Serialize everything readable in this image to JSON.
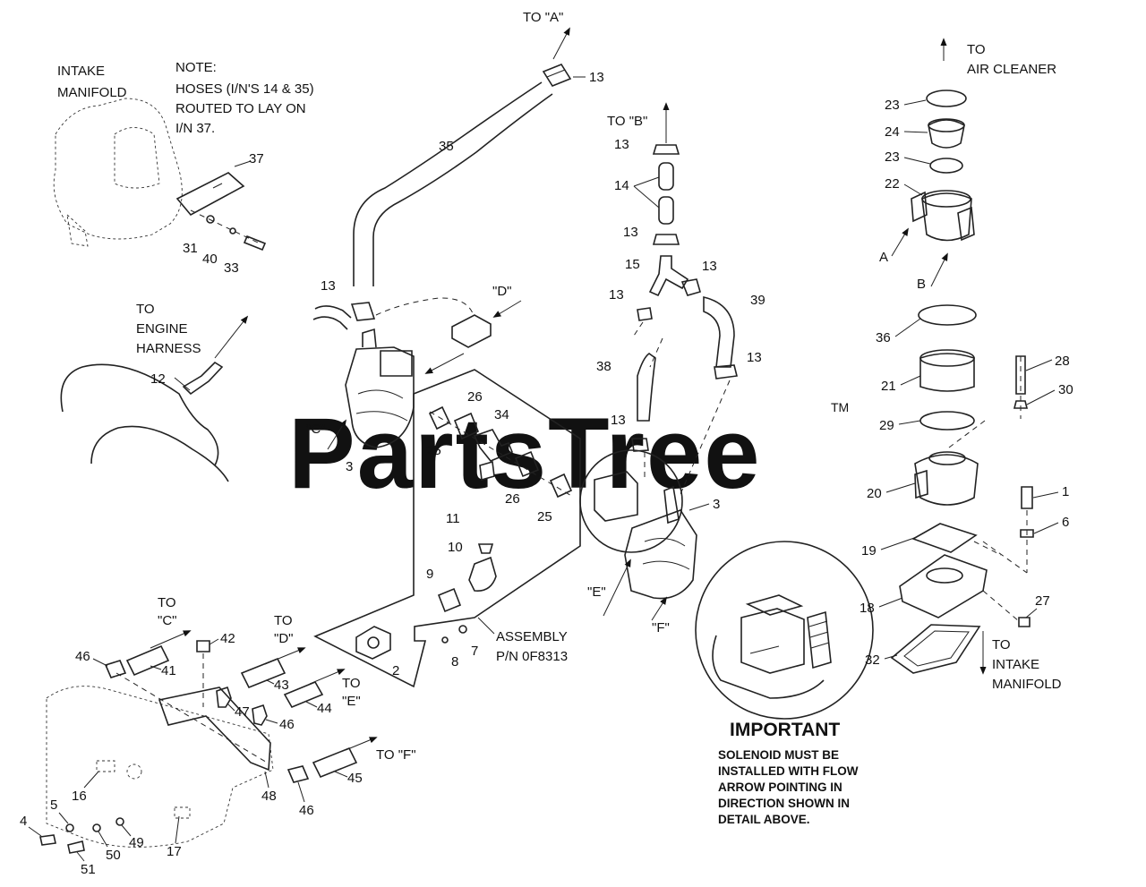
{
  "watermark": {
    "text": "PartsTree",
    "tm": "TM"
  },
  "notes": {
    "intake_manifold": [
      "INTAKE",
      "MANIFOLD"
    ],
    "hoses_note": [
      "NOTE:",
      "HOSES (I/N'S 14 & 35)",
      "ROUTED TO LAY ON",
      "I/N 37."
    ],
    "engine_harness": [
      "TO",
      "ENGINE",
      "HARNESS"
    ],
    "to_a": "TO \"A\"",
    "to_b": "TO \"B\"",
    "to_air_cleaner": [
      "TO",
      "AIR CLEANER"
    ],
    "to_intake_manifold": [
      "TO",
      "INTAKE",
      "MANIFOLD"
    ],
    "to_c": [
      "TO",
      "\"C\""
    ],
    "to_d": [
      "TO",
      "\"D\""
    ],
    "to_e": [
      "TO",
      "\"E\""
    ],
    "to_f": "TO \"F\"",
    "c_port": "\"C\"",
    "d_port": "\"D\"",
    "e_port": "\"E\"",
    "f_port": "\"F\"",
    "a_port": "A",
    "b_port": "B",
    "assembly": [
      "ASSEMBLY",
      "P/N 0F8313"
    ]
  },
  "important": {
    "title": "IMPORTANT",
    "lines": [
      "SOLENOID MUST BE",
      "INSTALLED WITH FLOW",
      "ARROW POINTING IN",
      "DIRECTION SHOWN IN",
      "DETAIL ABOVE."
    ]
  },
  "callouts": {
    "c13_top": "13",
    "c35": "35",
    "c37": "37",
    "c31": "31",
    "c40": "40",
    "c33": "33",
    "c13_left": "13",
    "c12": "12",
    "c3_left": "3",
    "c25_a": "25",
    "c26_a": "26",
    "c34": "34",
    "c26_b": "26",
    "c25_b": "25",
    "c11": "11",
    "c10": "10",
    "c9": "9",
    "c2": "2",
    "c8": "8",
    "c7": "7",
    "c13_b1": "13",
    "c14": "14",
    "c13_b2": "13",
    "c15": "15",
    "c13_b3": "13",
    "c13_b4": "13",
    "c39": "39",
    "c38": "38",
    "c13_b5": "13",
    "c13_b6": "13",
    "c3_right": "3",
    "c23_a": "23",
    "c24": "24",
    "c23_b": "23",
    "c22": "22",
    "c36": "36",
    "c28": "28",
    "c21": "21",
    "c30": "30",
    "c29": "29",
    "c20": "20",
    "c1": "1",
    "c6": "6",
    "c19": "19",
    "c18": "18",
    "c27": "27",
    "c32": "32",
    "c46_a": "46",
    "c42": "42",
    "c41": "41",
    "c43": "43",
    "c47": "47",
    "c46_b": "46",
    "c44": "44",
    "c45": "45",
    "c48": "48",
    "c46_c": "46",
    "c16": "16",
    "c5": "5",
    "c4": "4",
    "c49": "49",
    "c50": "50",
    "c51": "51",
    "c17": "17"
  }
}
